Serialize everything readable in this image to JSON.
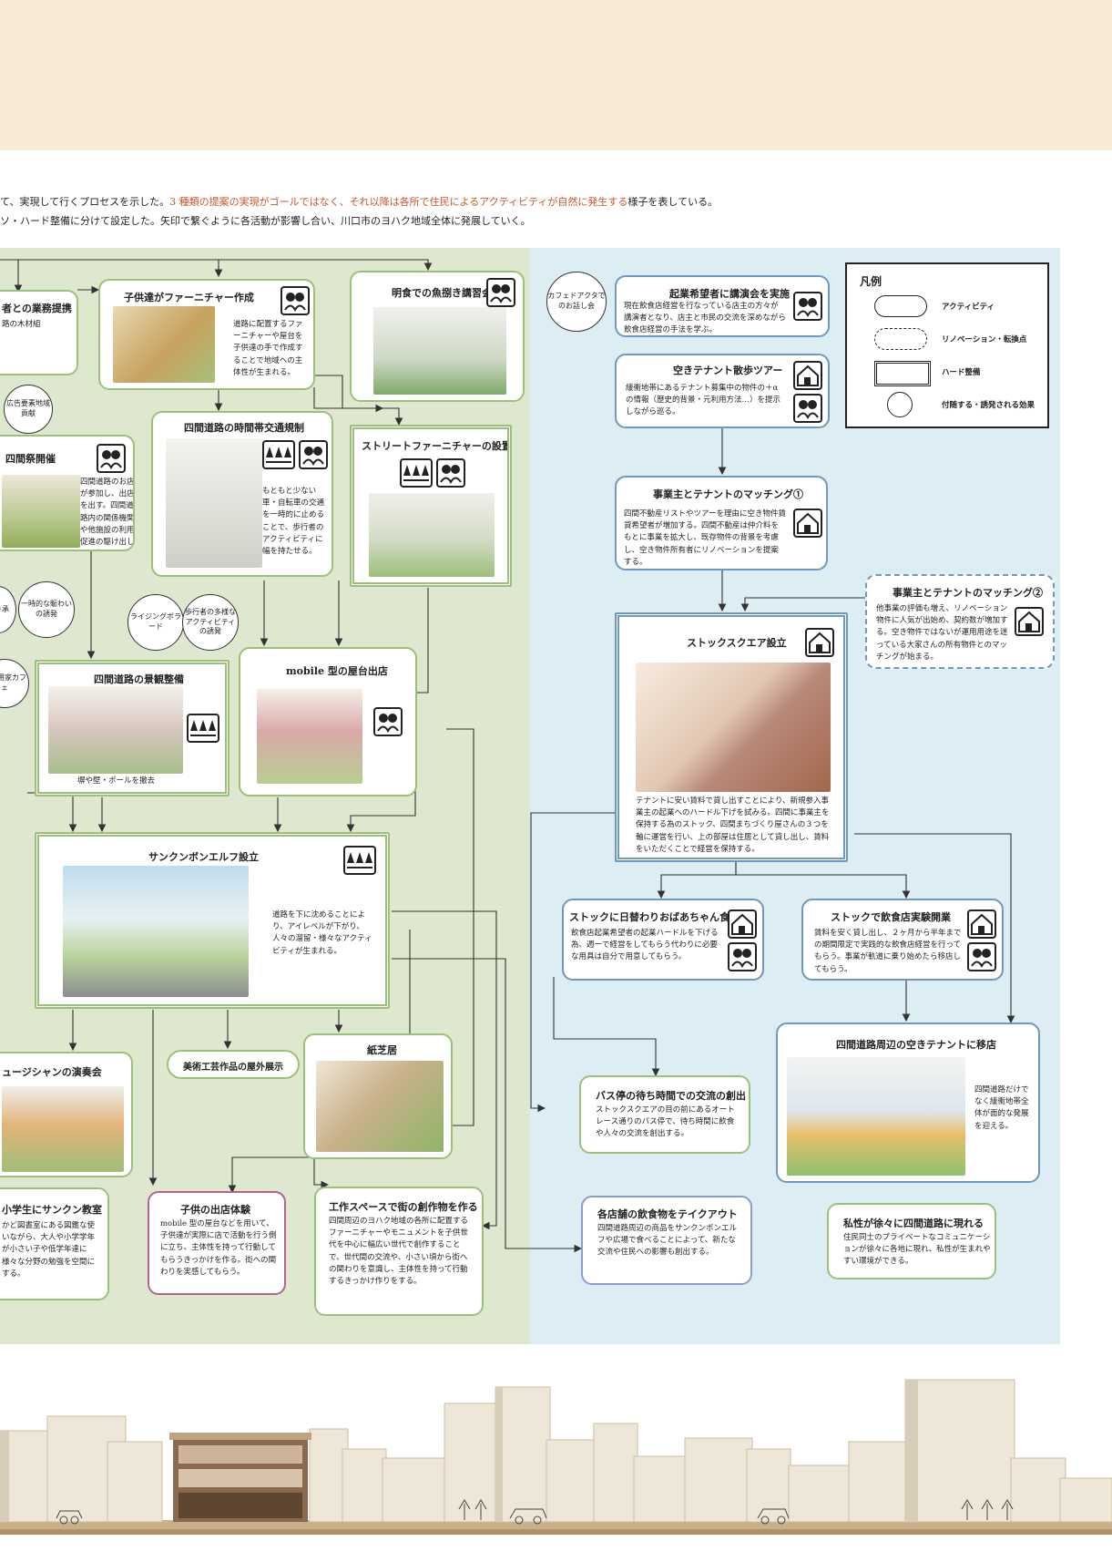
{
  "intro": {
    "line1_a": "て、実現して行くプロセスを示した。",
    "line1_b": "3 種類の提案の実現がゴールではなく、それ以降は各所で住民によるアクティビティが自然に発生する",
    "line1_c": "様子を表している。",
    "line2": "ソ・ハード整備に分けて設定した。矢印で繋ぐように各活動が影響し合い、川口市のヨハク地域全体に発展していく。"
  },
  "legend": {
    "title": "凡例",
    "activity": "アクティビティ",
    "renovation": "リノベーション・転換点",
    "hard": "ハード整備",
    "effect": "付随する・誘発される効果"
  },
  "nodes": {
    "biz": {
      "title": "者との業務提携",
      "desc": "路の木材組"
    },
    "kids": {
      "title": "子供達がファーニチャー作成",
      "desc": "道路に配置するファーニチャーや屋台を子供達の手で作成することで地域への主体性が生まれる。"
    },
    "fish": {
      "title": "明食での魚捌き講習会"
    },
    "sidewalk": {
      "title": "四間道路の時間帯交通規制",
      "desc": "もともと少ない車・自転車の交通を一時的に止めることで、歩行者のアクティビティに幅を持たせる。"
    },
    "street_furn": {
      "title": "ストリートファーニチャーの設置"
    },
    "festival": {
      "title": "四間祭開催",
      "desc": "四間道路のお店が参加し、出店を出す。四間道路内の関係機関や他施設の利用促進の駆け出しを目指す。"
    },
    "landscape": {
      "title": "四間道路の景観整備",
      "caption": "塀や壁・ポールを撤去"
    },
    "mobile": {
      "title": "mobile 型の屋台出店"
    },
    "sunken": {
      "title": "サンクンボンエルフ設立",
      "desc": "道路を下に沈めることにより、アイレベルが下がり、人々の溜留・様々なアクティビティが生まれる。"
    },
    "musician": {
      "title": "ュージシャンの演奏会"
    },
    "craft": {
      "title": "美術工芸作品の屋外展示"
    },
    "theater": {
      "title": "紙芝居"
    },
    "class": {
      "title": "小学生にサンクン教室",
      "desc": "かど図書室にある図鑑な使いながら、大人や小学学年が小さい子や低学年達に様々な分野の勉強を空間にする。"
    },
    "kids_shop": {
      "title": "子供の出店体験",
      "desc": "mobile 型の屋台などを用いて、子供達が実際に店で活動を行う側に立ち、主体性を持って行動してもらうきっかけを作る。街への関わりを実感してもらう。"
    },
    "workshop": {
      "title": "工作スペースで街の創作物を作る",
      "desc": "四間周辺のヨハク地域の各所に配置するファーニチャーやモニュメントを子供世代を中心に幅広い世代で創作することで、世代間の交流や、小さい頃から街への関わりを意識し、主体性を持って行動するきっかけ作りをする。"
    },
    "cafe": {
      "text": "カフェドアクタでのお話し会"
    },
    "seminar": {
      "title": "起業希望者に講演会を実施",
      "desc": "現在飲食店経営を行なっている店主の方々が講演者となり、店主と市民の交流を深めながら飲食店経営の手法を学ぶ。"
    },
    "tour": {
      "title": "空きテナント散歩ツアー",
      "desc": "緩衝地帯にあるテナント募集中の物件の＋αの情報（歴史的背景・元利用方法…）を提示しながら巡る。"
    },
    "match1": {
      "title": "事業主とテナントのマッチング①",
      "desc": "四間不動産リストやツアーを理由に空き物件賃貸希望者が増加する。四間不動産は仲介料をもとに事業を拡大し、既存物件の背景を考慮し、空き物件所有者にリノベーションを提案する。"
    },
    "match2": {
      "title": "事業主とテナントのマッチング②",
      "desc": "他事業の評価も増え、リノベーション物件に人気が出始め、契約数が増加する。空き物件ではないが運用用途を迷っている大家さんの所有物件とのマッチングが始まる。"
    },
    "stock": {
      "title": "ストックスクエア設立",
      "desc": "テナントに安い賃料で貸し出すことにより、新規参入事業主の起業へのハードル下げを試みる。四間に事業主を保持する為のストック、四間まちづくり屋さんの３つを軸に運営を行い、上の部屋は住居として貸し出し、賃料をいただくことで経営を保持する。"
    },
    "obachan": {
      "title": "ストックに日替わりおばあちゃん食堂",
      "desc": "飲食店起業希望者の起業ハードルを下げる為、週一で経営をしてもらう代わりに必要な用具は自分で用意してもらう。"
    },
    "trial": {
      "title": "ストックで飲食店実験開業",
      "desc": "賃料を安く貸し出し、２ヶ月から半年までの期間限定で実践的な飲食店経営を行ってもらう。事業が軌道に乗り始めたら移店してもらう。"
    },
    "move": {
      "title": "四間道路周辺の空きテナントに移店",
      "desc": "四間道路だけでなく緩衝地帯全体が面的な発展を迎える。"
    },
    "bus": {
      "title": "バス停の待ち時間での交流の創出",
      "desc": "ストックスクエアの目の前にあるオートレース通りのバス停で、待ち時間に飲食や人々の交流を創出する。"
    },
    "takeout": {
      "title": "各店舗の飲食物をテイクアウト",
      "desc": "四間道路周辺の商品をサンクンボンエルフや広場で食べることによって、新たな交流や住民への影響も創出する。"
    },
    "private": {
      "title": "私性が徐々に四間道路に現れる",
      "desc": "住民同士のプライベートなコミュニケーションが徐々に各地に現れ、私性が生まれやすい環境ができる。"
    }
  },
  "effects": {
    "ad": "広告要素地域貢献",
    "rising": "ライジングボラード",
    "diverse": "歩行者の多様なアクティビティの誘発",
    "temp": "一時的な賑わいの誘発",
    "left1": "祭り承",
    "left2": "利活用家カフェ"
  }
}
